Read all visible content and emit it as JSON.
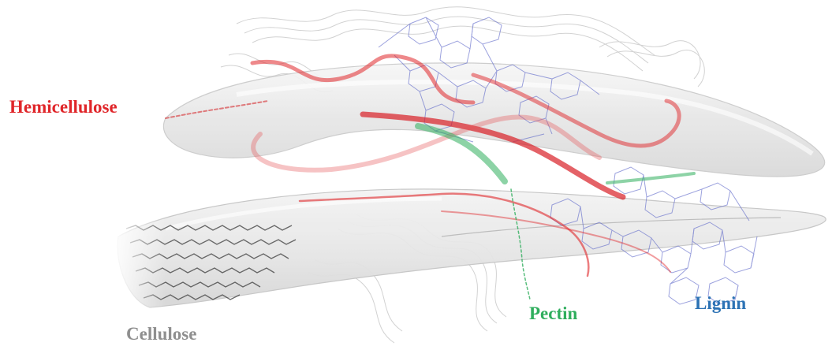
{
  "labels": {
    "hemicellulose": "Hemicellulose",
    "cellulose": "Cellulose",
    "pectin": "Pectin",
    "lignin": "Lignin"
  },
  "colors": {
    "hemicellulose": "#e0262a",
    "cellulose": "#8f8f8f",
    "pectin": "#2fae5d",
    "lignin": "#2d73b5",
    "fiber_fill": "#ececec",
    "lignin_network": "#5a64c8",
    "contour_lines": "#cfcfcf"
  }
}
